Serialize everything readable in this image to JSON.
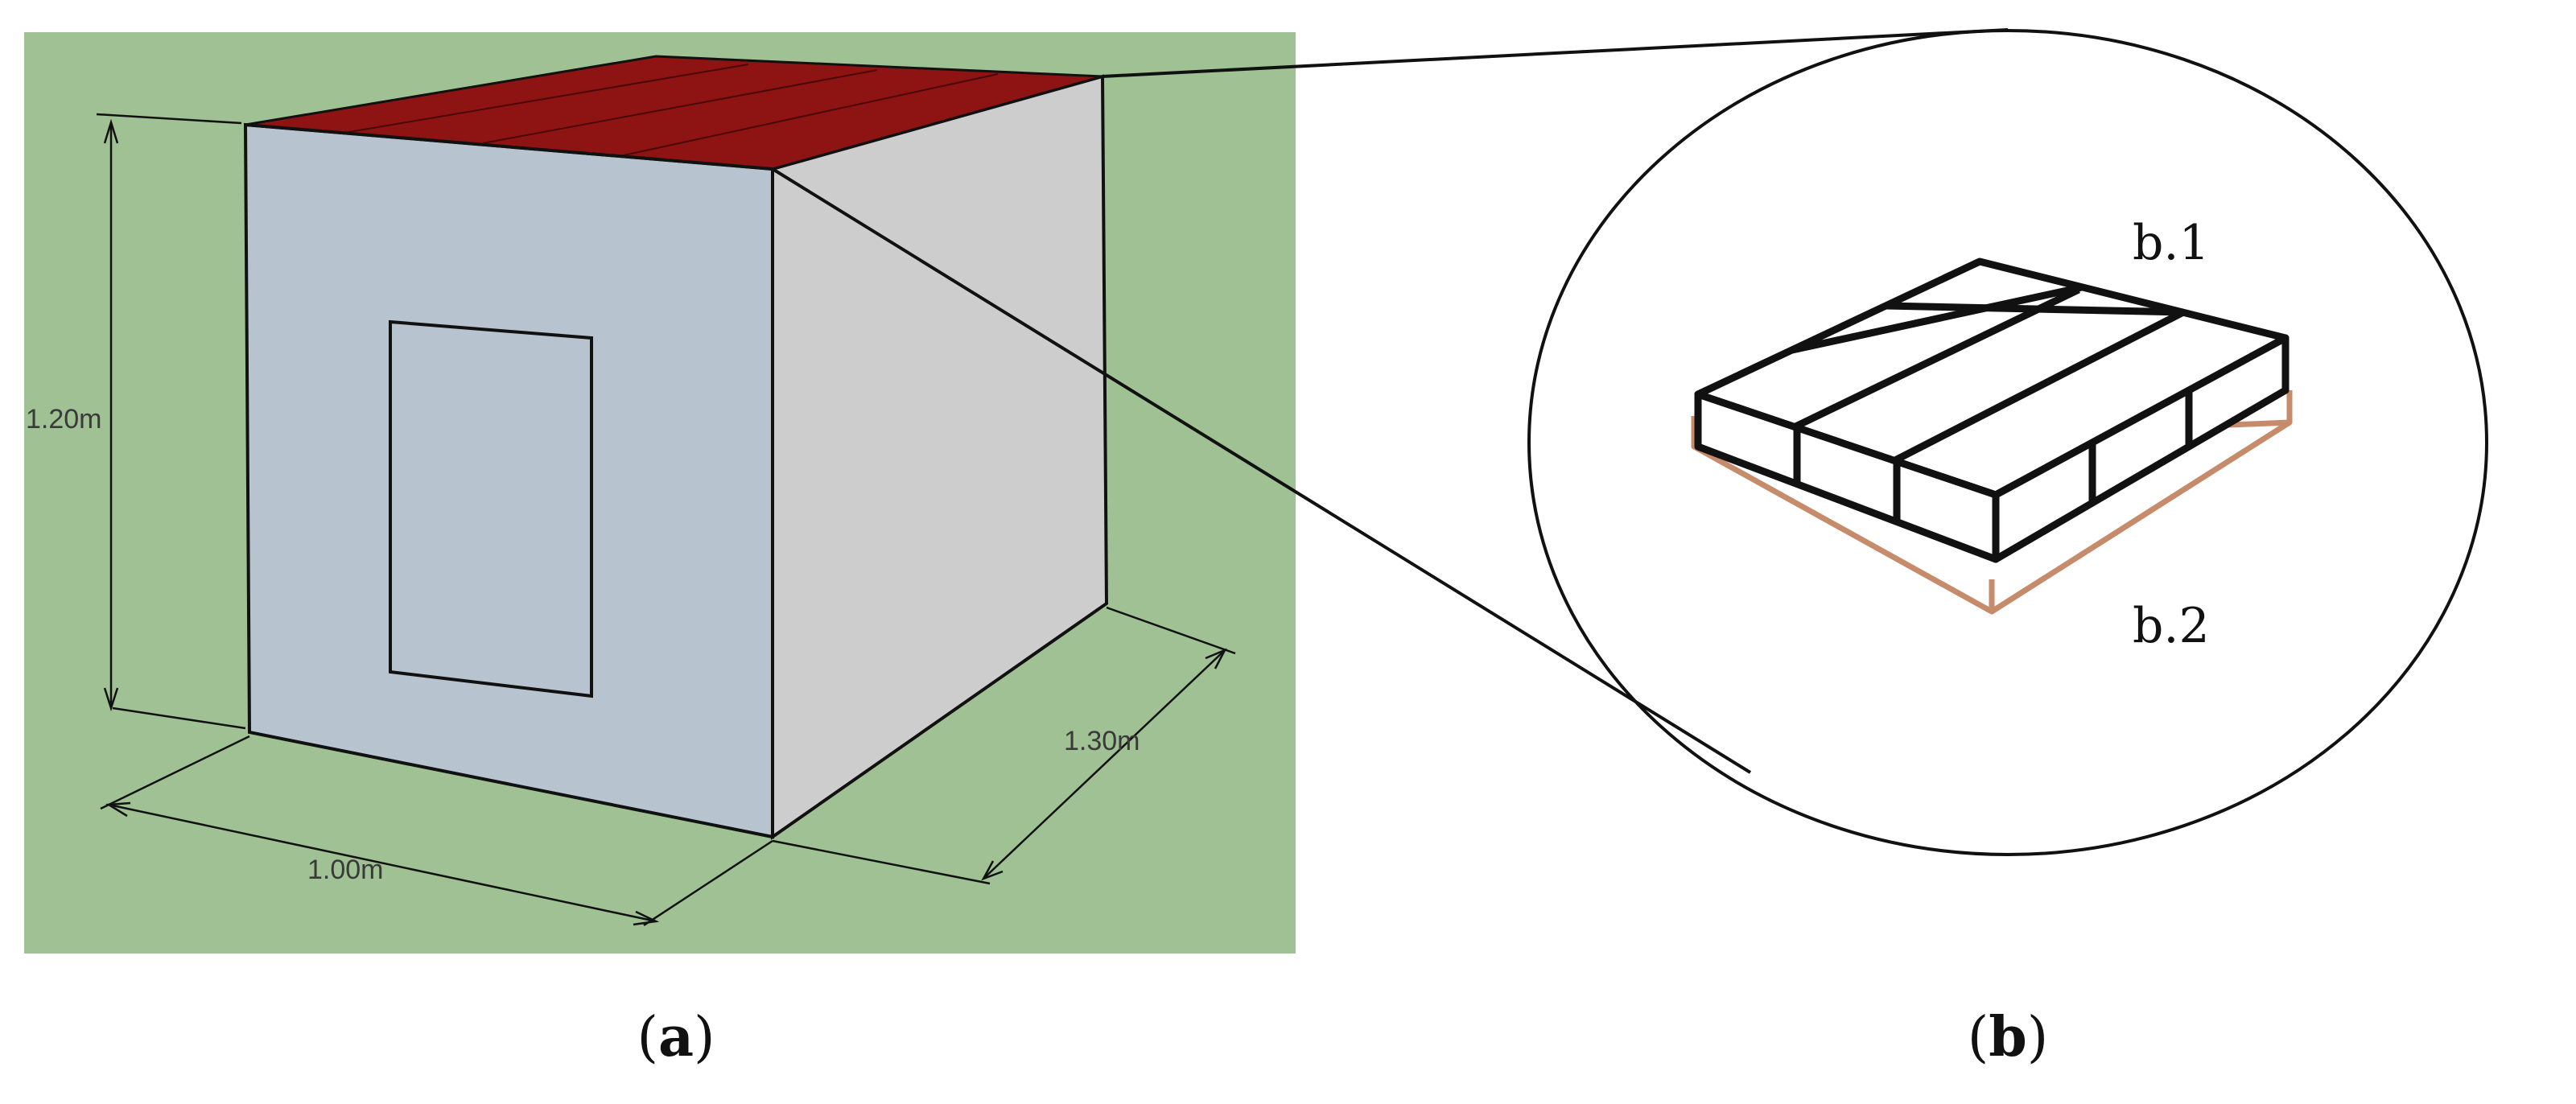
{
  "colors": {
    "ground": "#9fc193",
    "roof": "#8e1414",
    "front_face": "#b8c3d0",
    "side_face": "#cdcdcd",
    "outline": "#111111",
    "insulation_layer": "#c58b6a"
  },
  "panel_a": {
    "caption_open": "(",
    "caption_letter": "a",
    "caption_close": ")",
    "dimensions": {
      "height": "1.20m",
      "width": "1.00m",
      "depth": "1.30m"
    }
  },
  "panel_b": {
    "caption_open": "(",
    "caption_letter": "b",
    "caption_close": ")",
    "layer_top": "b.1",
    "layer_bottom": "b.2"
  }
}
